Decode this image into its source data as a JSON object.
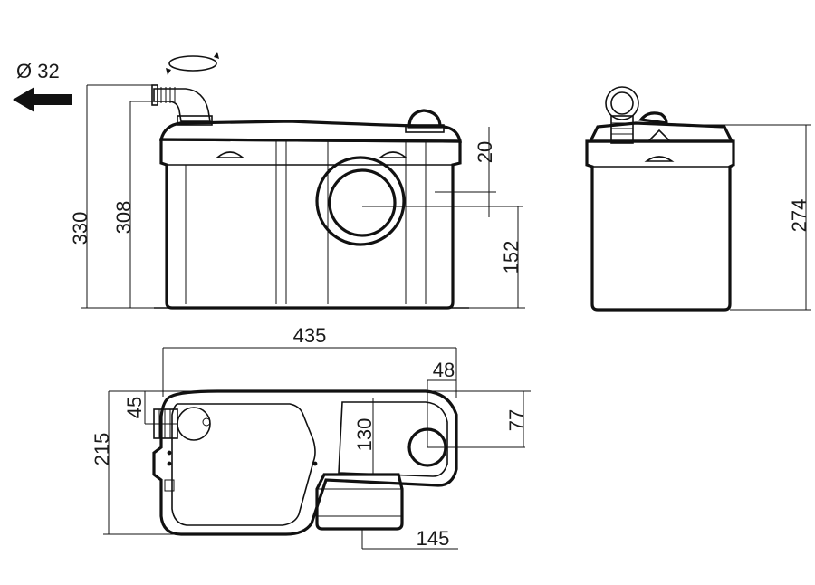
{
  "diagram": {
    "dimensions": {
      "pipe_diameter": "Ø 32",
      "height_total": "330",
      "height_outlet": "308",
      "top_offset": "20",
      "inlet_height": "152",
      "side_height": "274",
      "width_total": "435",
      "inlet_offset": "48",
      "outlet_offset": "45",
      "depth_total": "215",
      "inlet_center_depth": "77",
      "mid_depth": "130",
      "base_width": "145"
    },
    "colors": {
      "line": "#111111",
      "fill": "#ffffff"
    }
  }
}
